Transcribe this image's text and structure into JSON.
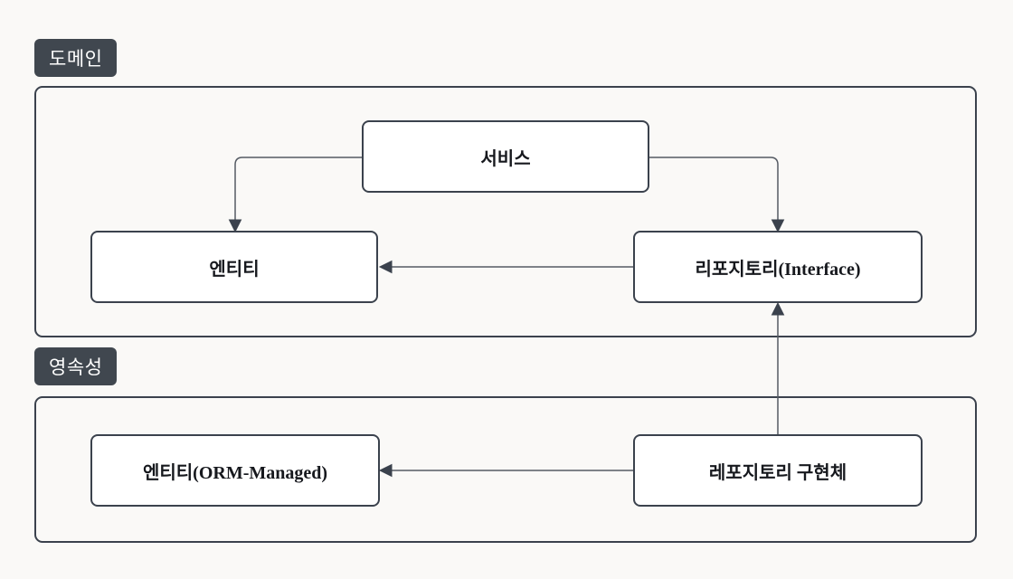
{
  "diagram": {
    "background_color": "#faf9f7",
    "stroke_color": "#3b424d",
    "connector_color": "#545a63",
    "node_fill": "#ffffff",
    "badge": {
      "bg": "#40474f",
      "text_color": "#ffffff"
    },
    "groups": [
      {
        "label": "도메인"
      },
      {
        "label": "영속성"
      }
    ],
    "nodes": {
      "service": {
        "label": "서비스"
      },
      "entity": {
        "label": "엔티티"
      },
      "repository_interface": {
        "label": "리포지토리(Interface)"
      },
      "entity_orm": {
        "label": "엔티티(ORM-Managed)"
      },
      "repository_impl": {
        "label": "레포지토리 구현체"
      }
    },
    "edges": [
      {
        "from": "서비스",
        "to": "엔티티",
        "direction": "down-left"
      },
      {
        "from": "서비스",
        "to": "리포지토리(Interface)",
        "direction": "down-right"
      },
      {
        "from": "리포지토리(Interface)",
        "to": "엔티티",
        "direction": "left"
      },
      {
        "from": "레포지토리 구현체",
        "to": "리포지토리(Interface)",
        "direction": "up"
      },
      {
        "from": "레포지토리 구현체",
        "to": "엔티티(ORM-Managed)",
        "direction": "left"
      }
    ]
  }
}
